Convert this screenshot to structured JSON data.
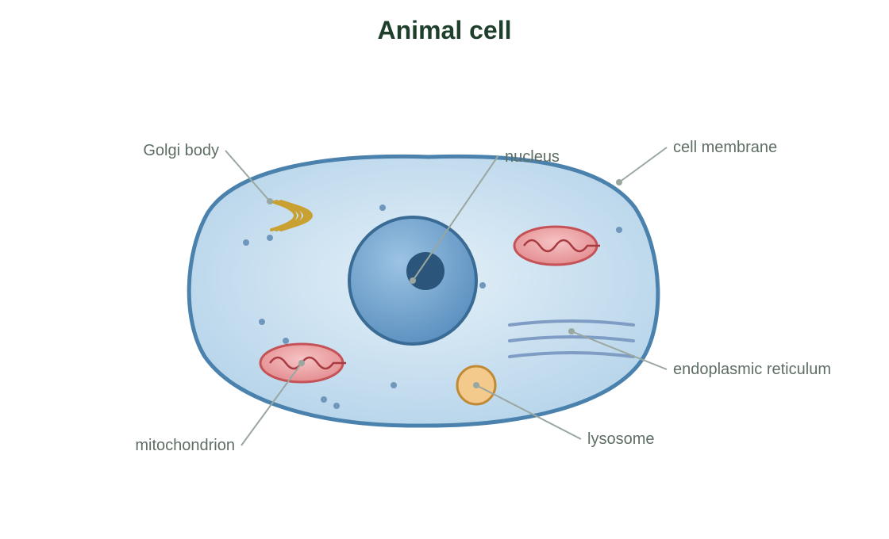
{
  "title": "Animal cell",
  "labels": {
    "golgi": "Golgi body",
    "nucleus": "nucleus",
    "membrane": "cell membrane",
    "er": "endoplasmic reticulum",
    "lysosome": "lysosome",
    "mitochondrion": "mitochondrion"
  },
  "colors": {
    "title": "#1e3f2b",
    "membrane": "#4a82ad",
    "cytoplasm": "#c3dcee",
    "nucleus": "#6ea2cd",
    "nucleolus": "#2b557a",
    "mitochondrion": "#e89a9c",
    "golgi": "#c9a032",
    "er": "#7f9cc4",
    "lysosome": "#f3c98c",
    "leader": "#9aa7a0"
  }
}
